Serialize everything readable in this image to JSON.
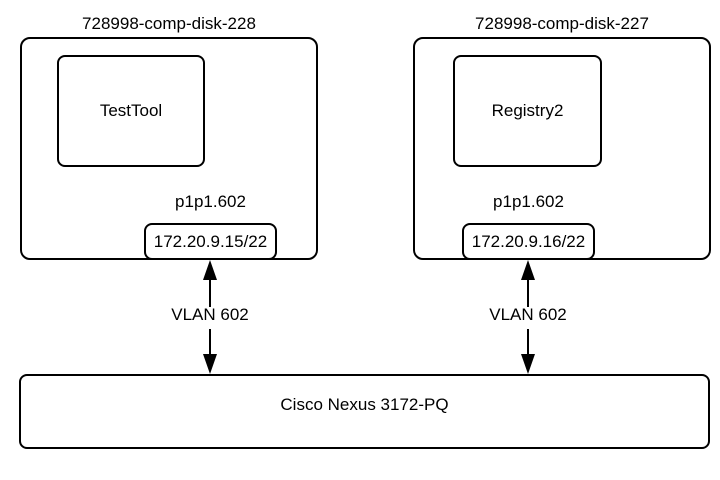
{
  "diagram": {
    "background_color": "#ffffff",
    "stroke_color": "#000000",
    "hosts": [
      {
        "title": "728998-comp-disk-228",
        "app_label": "TestTool",
        "interface_label": "p1p1.602",
        "ip_label": "172.20.9.15/22",
        "link_label": "VLAN 602"
      },
      {
        "title": "728998-comp-disk-227",
        "app_label": "Registry2",
        "interface_label": "p1p1.602",
        "ip_label": "172.20.9.16/22",
        "link_label": "VLAN 602"
      }
    ],
    "switch": {
      "label": "Cisco Nexus 3172-PQ"
    }
  }
}
